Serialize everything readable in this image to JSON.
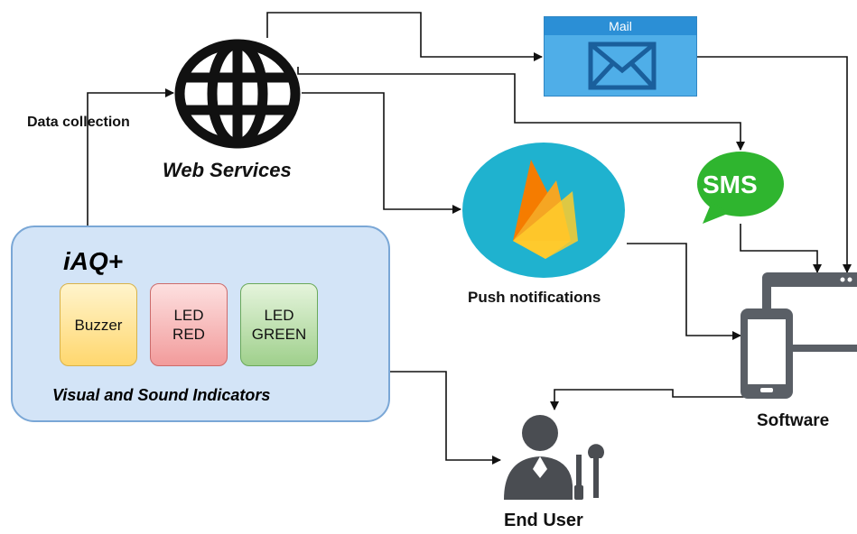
{
  "labels": {
    "data_collection": "Data collection",
    "web_services": "Web Services",
    "mail": "Mail",
    "sms": "SMS",
    "push_notifications": "Push notifications",
    "software": "Software",
    "end_user": "End User"
  },
  "device": {
    "title": "iAQ+",
    "caption": "Visual and Sound Indicators",
    "indicators": [
      {
        "line1": "Buzzer",
        "line2": ""
      },
      {
        "line1": "LED",
        "line2": "RED"
      },
      {
        "line1": "LED",
        "line2": "GREEN"
      }
    ]
  },
  "colors": {
    "panel_fill": "#d3e4f7",
    "mail_blue": "#4faee8",
    "sms_green": "#2fb52f",
    "push_teal": "#1fb2cf",
    "firebase_orange": "#f5a623",
    "device_gray": "#5a5f66"
  },
  "icons": {
    "web_services": "globe-icon",
    "mail": "envelope-icon",
    "sms": "speech-bubble-icon",
    "push": "firebase-flame-icon",
    "software": "monitor-phone-icon",
    "end_user": "user-tools-icon"
  }
}
